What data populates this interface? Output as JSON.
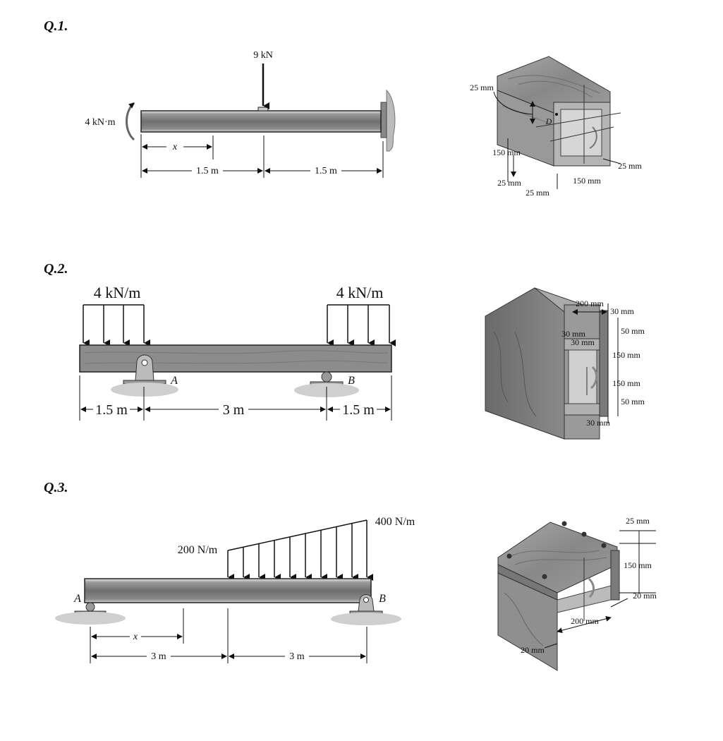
{
  "q1": {
    "label": "Q.1.",
    "point_load": "9 kN",
    "moment": "4 kN·m",
    "x_label": "x",
    "span_left": "1.5 m",
    "span_right": "1.5 m",
    "section": {
      "flange_top": "25 mm",
      "point": "D",
      "height": "150 mm",
      "bottom_left": "25 mm",
      "bottom_mid": "25 mm",
      "width": "150 mm",
      "right": "25 mm"
    }
  },
  "q2": {
    "label": "Q.2.",
    "load_left": "4 kN/m",
    "load_right": "4 kN/m",
    "support_a": "A",
    "support_b": "B",
    "span_left": "1.5 m",
    "span_mid": "3 m",
    "span_right": "1.5 m",
    "section": {
      "top_width": "200 mm",
      "right_thick": "30 mm",
      "web_a": "30 mm",
      "web_b": "30 mm",
      "h1": "50 mm",
      "h2": "150 mm",
      "h3": "150 mm",
      "h4": "50 mm",
      "bottom": "30 mm"
    }
  },
  "q3": {
    "label": "Q.3.",
    "load_low": "200 N/m",
    "load_high": "400 N/m",
    "support_a": "A",
    "support_b": "B",
    "x_label": "x",
    "span_left": "3 m",
    "span_right": "3 m",
    "section": {
      "top": "25 mm",
      "height": "150 mm",
      "right": "20 mm",
      "width": "200 mm",
      "left": "20 mm"
    }
  }
}
